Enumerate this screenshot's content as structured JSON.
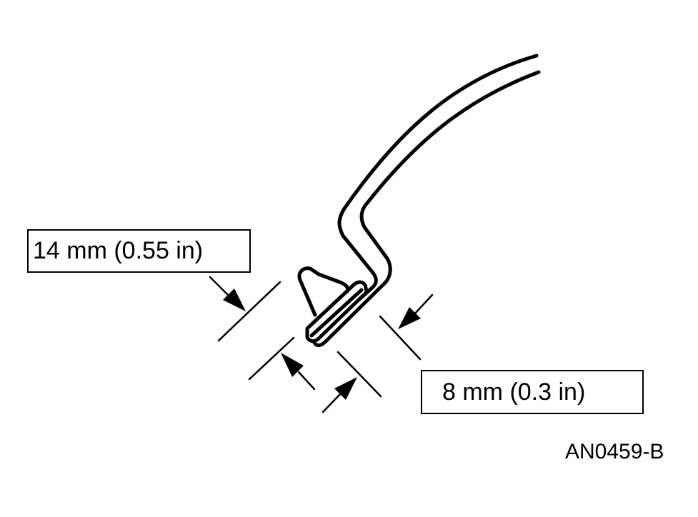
{
  "diagram": {
    "type": "technical-dimension-illustration",
    "labels": {
      "clip_height": "14 mm (0.55 in)",
      "clip_offset": "8 mm (0.3 in)"
    },
    "figure_id": "AN0459-B",
    "colors": {
      "line": "#000000",
      "background": "#ffffff"
    }
  }
}
